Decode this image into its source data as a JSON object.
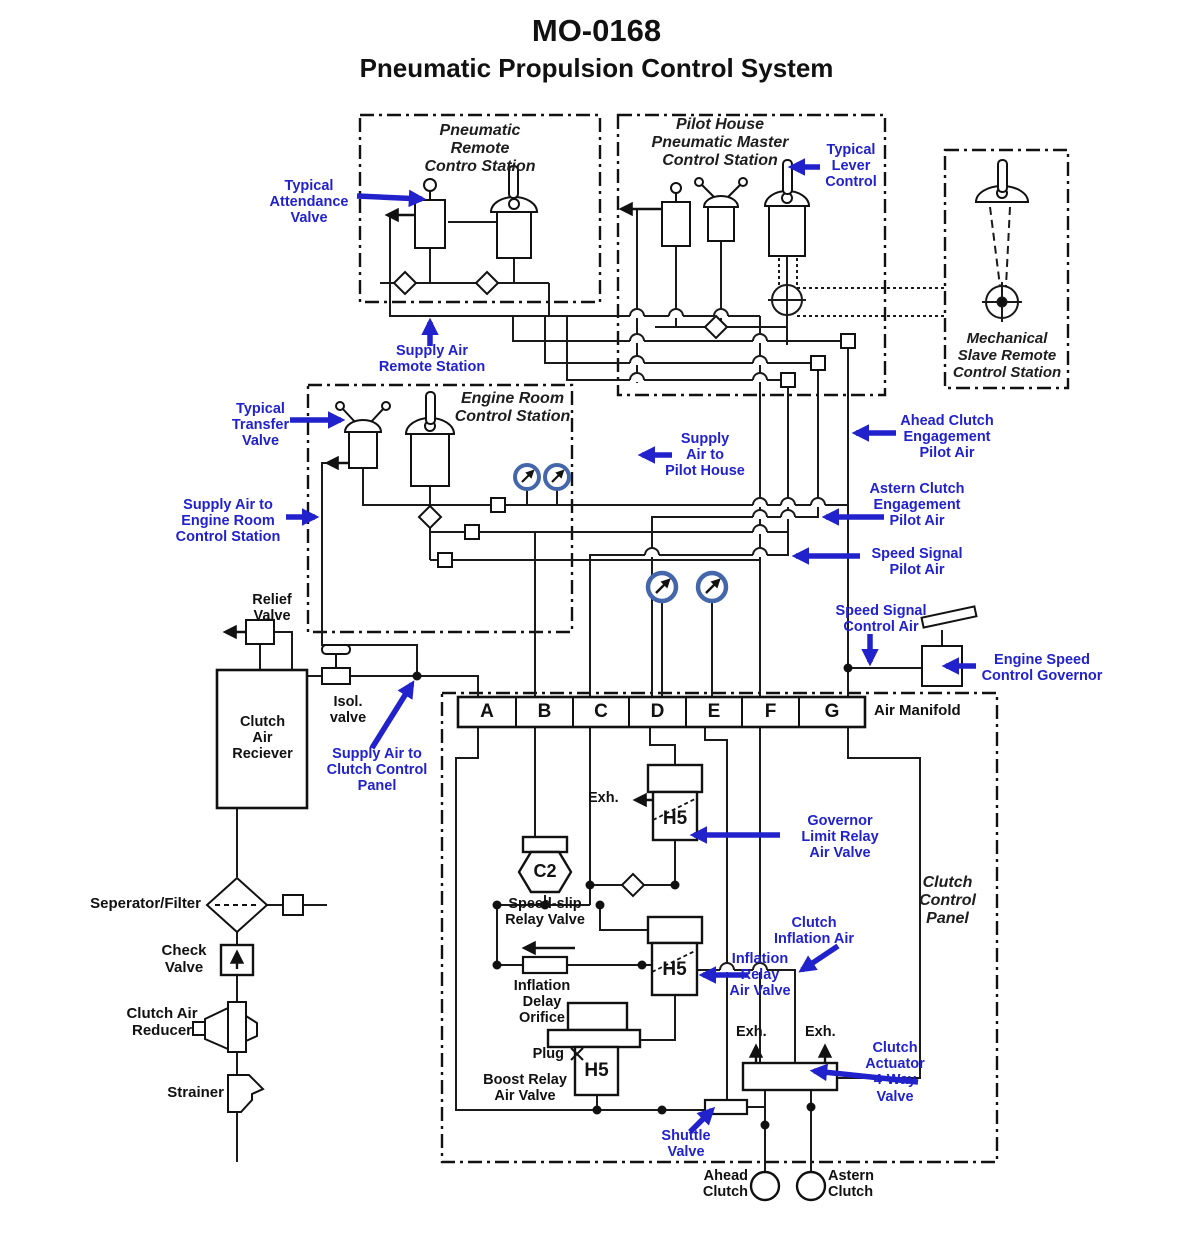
{
  "title": {
    "line1": "MO-0168",
    "line2": "Pneumatic Propulsion Control System"
  },
  "stations": {
    "pneumatic_remote": "Pneumatic\nRemote\nContro Station",
    "pilot_house": "Pilot House\nPneumatic Master\nControl Station",
    "mechanical_slave": "Mechanical\nSlave Remote\nControl Station",
    "engine_room": "Engine Room\nControl Station",
    "clutch_control_panel": "Clutch\nControl\nPanel"
  },
  "blue_labels": {
    "typical_attendance_valve": "Typical\nAttendance\nValve",
    "typical_lever_control": "Typical\nLever\nControl",
    "supply_air_remote_station": "Supply Air\nRemote Station",
    "typical_transfer_valve": "Typical\nTransfer\nValve",
    "supply_air_engine_room": "Supply Air to\nEngine Room\nControl Station",
    "supply_air_pilot_house": "Supply\nAir to\nPilot House",
    "ahead_clutch_pilot_air": "Ahead Clutch\nEngagement\nPilot Air",
    "astern_clutch_pilot_air": "Astern Clutch\nEngagement\nPilot Air",
    "speed_signal_pilot_air": "Speed Signal\nPilot Air",
    "speed_signal_control_air": "Speed Signal\nControl Air",
    "engine_speed_governor": "Engine Speed\nControl Governor",
    "supply_air_clutch_panel": "Supply Air to\nClutch Control\nPanel",
    "governor_limit_relay": "Governor\nLimit Relay\nAir Valve",
    "clutch_inflation_air": "Clutch\nInflation Air",
    "inflation_relay_valve": "Inflation\nRelay\nAir Valve",
    "clutch_actuator_4way": "Clutch\nActuator\n4-Way\nValve",
    "shuttle_valve": "Shuttle\nValve"
  },
  "black_labels": {
    "relief_valve": "Relief\nValve",
    "isol_valve": "Isol.\nvalve",
    "clutch_air_receiver": "Clutch\nAir\nReciever",
    "separator_filter": "Seperator/Filter",
    "check_valve": "Check\nValve",
    "clutch_air_reducer": "Clutch Air\nReducer",
    "strainer": "Strainer",
    "exh": "Exh.",
    "plug": "Plug",
    "boost_relay_valve": "Boost Relay\nAir Valve",
    "speed_slip_relay": "Speed-slip\nRelay Valve",
    "inflation_delay_orifice": "Inflation\nDelay\nOrifice",
    "ahead_clutch": "Ahead\nClutch",
    "astern_clutch": "Astern\nClutch",
    "h5": "H5",
    "c2": "C2"
  },
  "manifold": {
    "label": "Air Manifold",
    "ports": [
      "A",
      "B",
      "C",
      "D",
      "E",
      "F",
      "G"
    ]
  },
  "colors": {
    "annotation_blue": "#2222cc",
    "line_black": "#1a1a1a",
    "gauge_ring_blue": "#4466aa"
  }
}
